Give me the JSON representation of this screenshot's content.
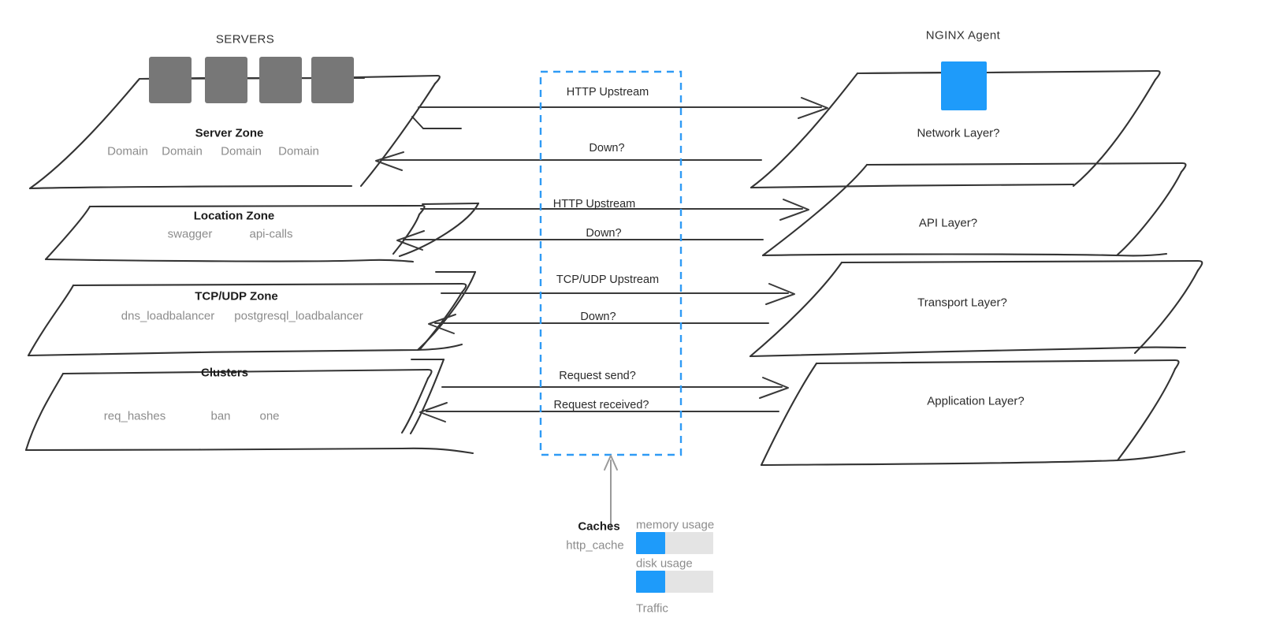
{
  "meta": {
    "colors": {
      "accent_blue": "#1e9bfa",
      "server_gray": "#777777",
      "track_gray": "#e4e4e4",
      "muted_text": "#8c8c8c",
      "ink": "#2b2b2b",
      "dashed_border": "#2f9bf5"
    }
  },
  "headings": {
    "servers": "SERVERS",
    "agent": "NGINX Agent"
  },
  "left_zones": [
    {
      "title": "Server Zone",
      "items": [
        "Domain",
        "Domain",
        "Domain",
        "Domain"
      ]
    },
    {
      "title": "Location Zone",
      "items": [
        "swagger",
        "api-calls"
      ]
    },
    {
      "title": "TCP/UDP Zone",
      "items": [
        "dns_loadbalancer",
        "postgresql_loadbalancer"
      ]
    },
    {
      "title": "Clusters",
      "items": [
        "req_hashes",
        "ban",
        "one"
      ]
    }
  ],
  "right_layers": [
    {
      "title": "Network Layer?"
    },
    {
      "title": "API Layer?"
    },
    {
      "title": "Transport Layer?"
    },
    {
      "title": "Application Layer?"
    }
  ],
  "flows": [
    {
      "label": "HTTP Upstream",
      "direction": "right"
    },
    {
      "label": "Down?",
      "direction": "left"
    },
    {
      "label": "HTTP Upstream",
      "direction": "right"
    },
    {
      "label": "Down?",
      "direction": "left"
    },
    {
      "label": "TCP/UDP Upstream",
      "direction": "right"
    },
    {
      "label": "Down?",
      "direction": "left"
    },
    {
      "label": "Request send?",
      "direction": "right"
    },
    {
      "label": "Request received?",
      "direction": "left"
    }
  ],
  "caches": {
    "title": "Caches",
    "name": "http_cache",
    "metrics": [
      {
        "label": "memory usage",
        "percent": 38
      },
      {
        "label": "disk usage",
        "percent": 38
      }
    ],
    "traffic_label": "Traffic"
  }
}
